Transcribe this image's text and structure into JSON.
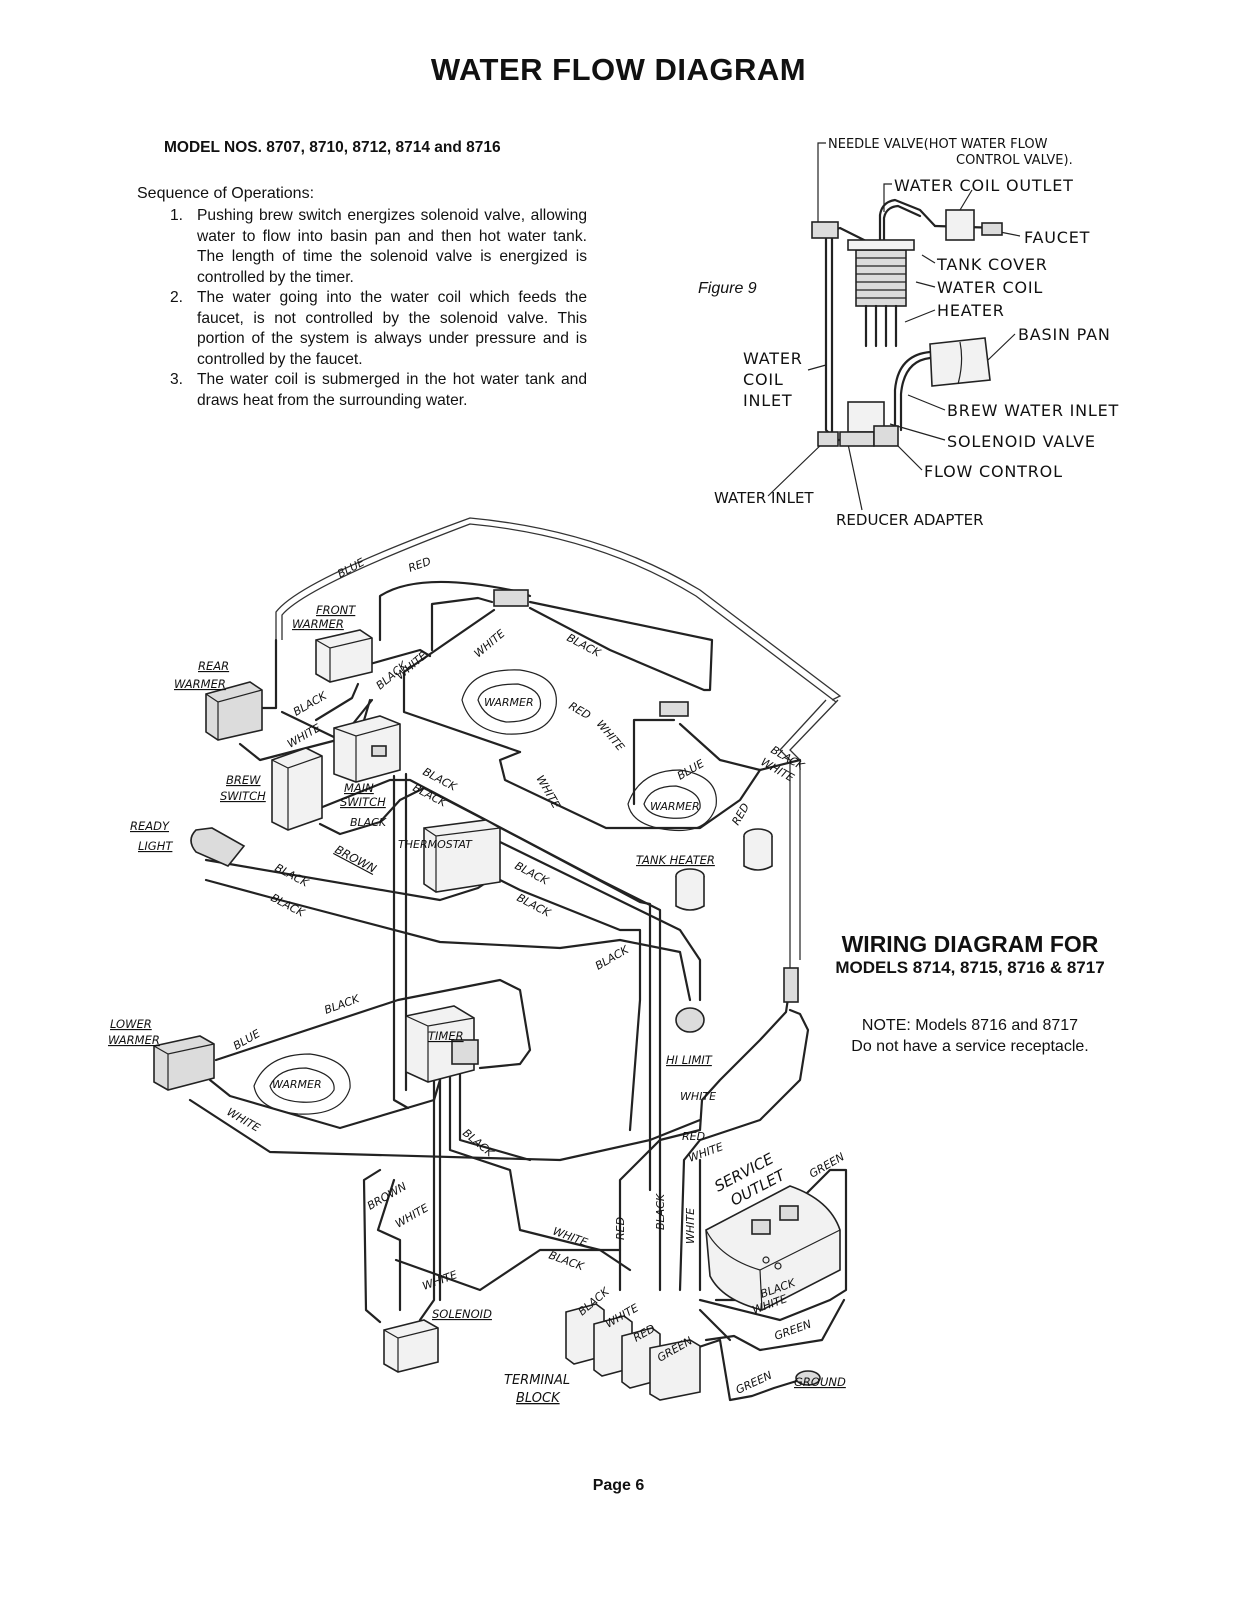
{
  "title": "WATER FLOW DIAGRAM",
  "model_line": "MODEL NOS. 8707, 8710, 8712, 8714 and 8716",
  "sequence": {
    "heading": "Sequence of Operations:",
    "steps": [
      {
        "num": "1.",
        "text": "Pushing brew switch energizes solenoid valve, allowing water to flow into basin pan and then hot water tank. The length of time the solenoid valve is energized is controlled by the timer."
      },
      {
        "num": "2.",
        "text": "The water going into the water coil which feeds the faucet, is not controlled by the solenoid valve. This portion of the system is always under pressure and is controlled by the faucet."
      },
      {
        "num": "3.",
        "text": "The water coil is submerged in the hot water tank and draws heat from the surrounding water."
      }
    ]
  },
  "figure9": {
    "label": "Figure 9",
    "callouts": {
      "needle_valve_1": "NEEDLE VALVE(HOT WATER FLOW",
      "needle_valve_2": "CONTROL VALVE).",
      "water_coil_outlet": "WATER COIL OUTLET",
      "faucet": "FAUCET",
      "tank_cover": "TANK COVER",
      "water_coil": "WATER COIL",
      "heater": "HEATER",
      "basin_pan": "BASIN PAN",
      "water_coil_inlet_1": "WATER",
      "water_coil_inlet_2": "COIL",
      "water_coil_inlet_3": "INLET",
      "brew_water_inlet": "BREW WATER INLET",
      "solenoid_valve": "SOLENOID VALVE",
      "flow_control": "FLOW CONTROL",
      "water_inlet": "WATER INLET",
      "reducer_adapter": "REDUCER ADAPTER"
    }
  },
  "wiring": {
    "title": "WIRING DIAGRAM FOR",
    "subtitle": "MODELS 8714, 8715, 8716 & 8717",
    "note_1": "NOTE: Models 8716 and 8717",
    "note_2": "Do not have a service receptacle.",
    "labels": {
      "blue_top": "BLUE",
      "red_top": "RED",
      "front_warmer_1": "FRONT",
      "front_warmer_2": "WARMER",
      "rear_warmer_1": "REAR",
      "rear_warmer_2": "WARMER",
      "black_1": "BLACK",
      "white_1": "WHITE",
      "white_2": "WHITE",
      "black_2": "BLACK",
      "white_3": "WHITE",
      "black_3": "BLACK",
      "warmer_center": "WARMER",
      "red_center": "RED",
      "white_center": "WHITE",
      "white_lower": "WHITE",
      "black_right": "BLACK",
      "white_right": "WHITE",
      "blue_right": "BLUE",
      "warmer_right": "WARMER",
      "brew_switch_1": "BREW",
      "brew_switch_2": "SWITCH",
      "main_switch_1": "MAIN",
      "main_switch_2": "SWITCH",
      "black_ms1": "BLACK",
      "black_ms2": "BLACK",
      "black_ms3": "BLACK",
      "ready_light_1": "READY",
      "ready_light_2": "LIGHT",
      "thermostat": "THERMOSTAT",
      "brown": "BROWN",
      "red_tank": "RED",
      "tank_heater": "TANK HEATER",
      "black_rl1": "BLACK",
      "black_rl2": "BLACK",
      "black_th1": "BLACK",
      "black_th2": "BLACK",
      "black_mid": "BLACK",
      "black_lw": "BLACK",
      "lower_warmer_1": "LOWER",
      "lower_warmer_2": "WARMER",
      "blue_lw": "BLUE",
      "warmer_lower": "WARMER",
      "white_lw": "WHITE",
      "timer": "TIMER",
      "hi_limit": "HI LIMIT",
      "white_hl": "WHITE",
      "red_hl": "RED",
      "white_so": "WHITE",
      "black_tim": "BLACK",
      "service_outlet_1": "SERVICE",
      "service_outlet_2": "OUTLET",
      "green_so": "GREEN",
      "brown_low": "BROWN",
      "white_low1": "WHITE",
      "white_low2": "WHITE",
      "white_low3": "WHITE",
      "black_low": "BLACK",
      "red_vert": "RED",
      "black_vert": "BLACK",
      "white_vert": "WHITE",
      "black_out": "BLACK",
      "white_out": "WHITE",
      "green_out": "GREEN",
      "solenoid": "SOLENOID",
      "black_tb": "BLACK",
      "white_tb": "WHITE",
      "red_tb": "RED",
      "green_tb": "GREEN",
      "terminal_block_1": "TERMINAL",
      "terminal_block_2": "BLOCK",
      "green_gnd": "GREEN",
      "ground": "GROUND"
    }
  },
  "footer": "Page 6"
}
